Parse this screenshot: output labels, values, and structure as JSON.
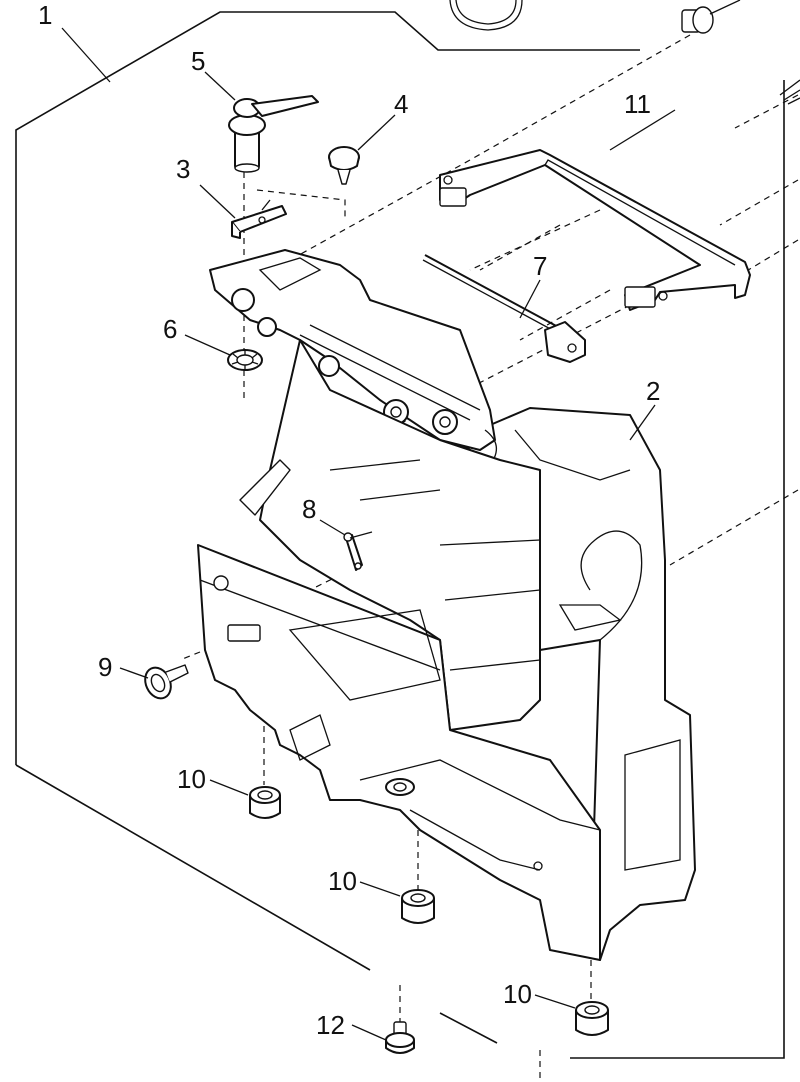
{
  "callouts": {
    "c1": "1",
    "c2": "2",
    "c3": "3",
    "c4": "4",
    "c5": "5",
    "c6": "6",
    "c7": "7",
    "c8": "8",
    "c9": "9",
    "c10a": "10",
    "c10b": "10",
    "c10c": "10",
    "c11": "11",
    "c12": "12"
  }
}
